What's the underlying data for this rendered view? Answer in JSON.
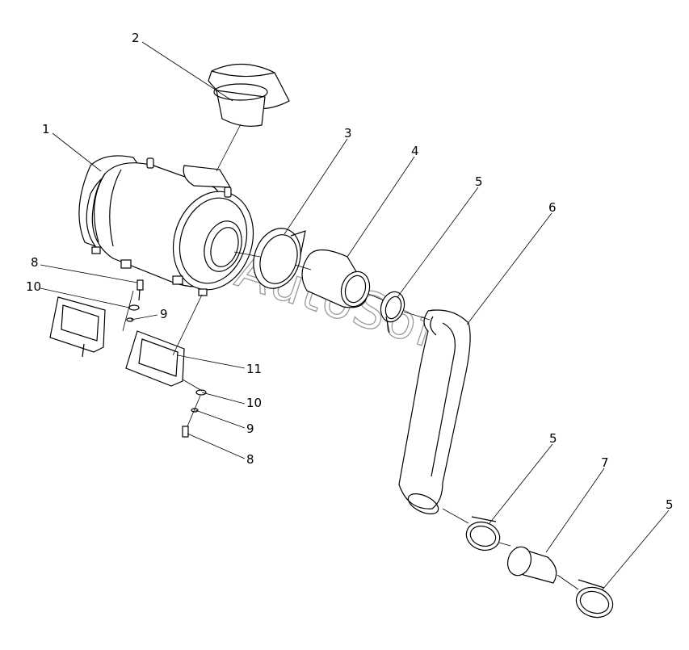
{
  "watermark": "AutoSoft",
  "callouts": [
    {
      "id": "callout-1",
      "text": "1"
    },
    {
      "id": "callout-2",
      "text": "2"
    },
    {
      "id": "callout-3",
      "text": "3"
    },
    {
      "id": "callout-4",
      "text": "4"
    },
    {
      "id": "callout-5a",
      "text": "5"
    },
    {
      "id": "callout-6",
      "text": "6"
    },
    {
      "id": "callout-8a",
      "text": "8"
    },
    {
      "id": "callout-10a",
      "text": "10"
    },
    {
      "id": "callout-9a",
      "text": "9"
    },
    {
      "id": "callout-11",
      "text": "11"
    },
    {
      "id": "callout-10b",
      "text": "10"
    },
    {
      "id": "callout-9b",
      "text": "9"
    },
    {
      "id": "callout-8b",
      "text": "8"
    },
    {
      "id": "callout-5b",
      "text": "5"
    },
    {
      "id": "callout-7",
      "text": "7"
    },
    {
      "id": "callout-5c",
      "text": "5"
    }
  ]
}
